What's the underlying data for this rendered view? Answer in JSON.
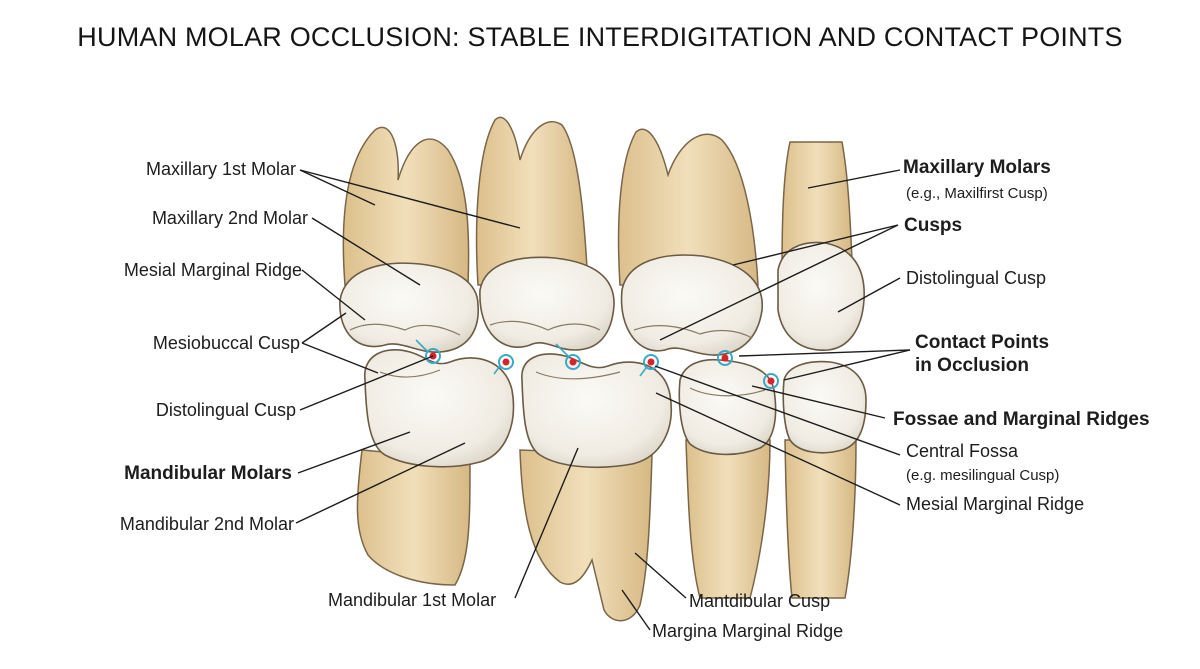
{
  "title": "HUMAN MOLAR OCCLUSION: STABLE INTERDIGITATION AND CONTACT POINTS",
  "labels": {
    "max_1st_molar": "Maxillary 1st Molar",
    "max_2nd_molar": "Maxillary 2nd Molar",
    "mesial_marginal_ridge_left": "Mesial Marginal Ridge",
    "mesiobuccal_cusp": "Mesiobuccal Cusp",
    "distolingual_cusp_left": "Distolingual Cusp",
    "mandibular_molars": "Mandibular Molars",
    "mand_2nd_molar": "Mandibular 2nd Molar",
    "mand_1st_molar": "Mandibular 1st Molar",
    "maxillary_molars": "Maxillary Molars",
    "maxillary_molars_note": "(e.g., Maxilfirst Cusp)",
    "cusps": "Cusps",
    "distolingual_cusp_right": "Distolingual Cusp",
    "contact_points_1": "Contact Points",
    "contact_points_2": "in Occlusion",
    "fossae_marginal_ridges": "Fossae and Marginal Ridges",
    "central_fossa": "Central Fossa",
    "central_fossa_note": "(e.g. mesilingual Cusp)",
    "mesial_marginal_ridge_right": "Mesial Marginal Ridge",
    "mandibular_cusp": "Mantdibular Cusp",
    "margina_marginal_ridge": "Margina Marginal Ridge"
  },
  "colors": {
    "root": "#e9d3a8",
    "root_shadow": "#cfae76",
    "enamel": "#f4f1ea",
    "enamel_shade": "#dcd6c9",
    "outline": "#6b5a44",
    "contact_ring": "#38a9c9",
    "contact_dot": "#d8232f",
    "leader": "#1c1c1c"
  }
}
